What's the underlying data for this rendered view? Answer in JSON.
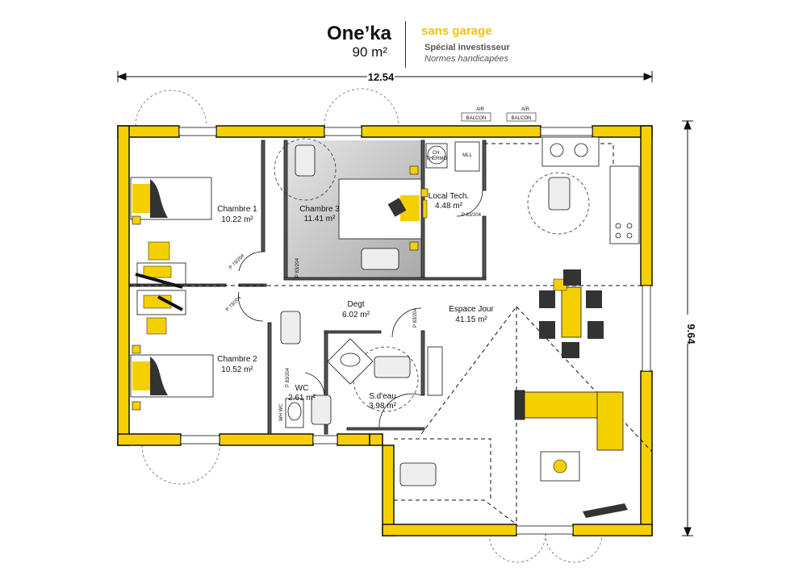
{
  "header": {
    "title": "One’ka",
    "area": "90 m²",
    "tag_garage": "sans garage",
    "tag_investor": "Spécial investisseur",
    "tag_norms": "Normes handicapées"
  },
  "dimensions": {
    "width": "12.54",
    "depth": "9.64"
  },
  "rooms": {
    "chambre1": {
      "name": "Chambre 1",
      "area": "10.22 m²"
    },
    "chambre2": {
      "name": "Chambre 2",
      "area": "10.52 m²"
    },
    "chambre3": {
      "name": "Chambre 3",
      "area": "11.41 m²"
    },
    "local": {
      "name": "Local Tech.",
      "area": "4.48 m²"
    },
    "degt": {
      "name": "Degt",
      "area": "6.02 m²"
    },
    "espace": {
      "name": "Espace Jour",
      "area": "41.15 m²"
    },
    "wc": {
      "name": "WC",
      "area": "2.61 m²"
    },
    "sdeau": {
      "name": "S.d'eau",
      "area": "3.98 m²"
    }
  },
  "labels": {
    "door_83": "P 83/204",
    "door_73": "P 73/204",
    "ch_thermo_1": "CH.",
    "ch_thermo_2": "THERMO",
    "mll": "MLL",
    "air_1": "AIR",
    "air_2": "BALCON",
    "wc_sign": "WH WC"
  },
  "colors": {
    "wall": "#f5d000",
    "wall_outline": "#111111",
    "shaded_room": "#c4c4c4",
    "furniture": "#f5d000"
  }
}
